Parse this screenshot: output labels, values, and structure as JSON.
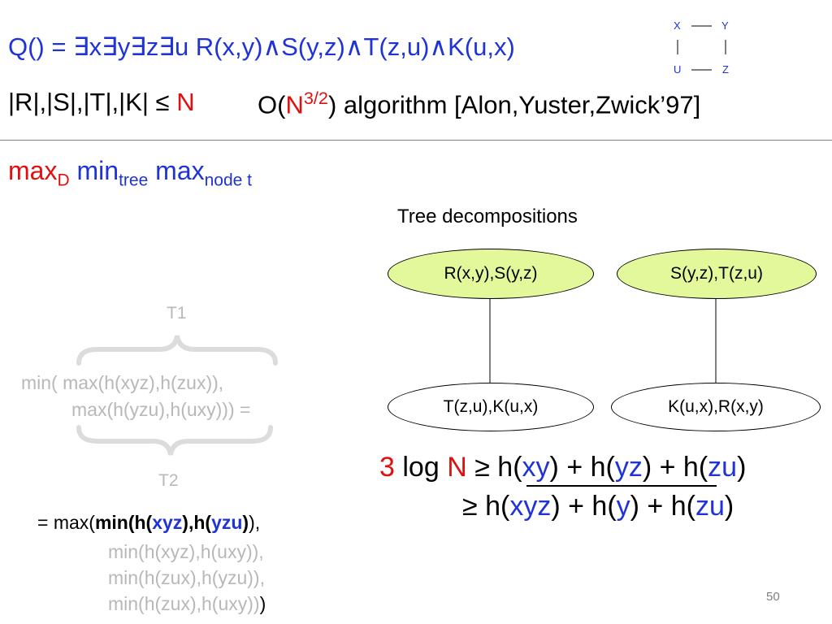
{
  "query": {
    "lhs": "Q() = ",
    "vars": "∃x∃y∃z∃u ",
    "body": "R(x,y)∧S(y,z)∧T(z,u)∧K(u,x)"
  },
  "sizes": {
    "text": "|R|,|S|,|T|,|K| ≤ ",
    "n": "N"
  },
  "algorithm": {
    "o_open": "O(",
    "n": "N",
    "exp": "3/2",
    "rest": ") algorithm [Alon,Yuster,Zwick’97]"
  },
  "square": {
    "x": "X",
    "y": "Y",
    "u": "U",
    "z": "Z"
  },
  "maxmin": {
    "max1": "max",
    "sub1": "D",
    "min": " min",
    "sub2": "tree",
    "max2": " max",
    "sub3": "node t"
  },
  "tree_decompositions": {
    "title": "Tree decompositions",
    "nodes": [
      "R(x,y),S(y,z)",
      "S(y,z),T(z,u)",
      "T(z,u),K(u,x)",
      "K(u,x),R(x,y)"
    ]
  },
  "left": {
    "t1": "T1",
    "t2": "T2",
    "min_line1": "min( max(h(xyz),h(zux)),",
    "min_line2": "max(h(yzu),h(uxy))) =",
    "eq_prefix": "= max(",
    "eq_bold1": "min(h(",
    "eq_blue1": "xyz",
    "eq_bold2": "),h(",
    "eq_blue2": "yzu",
    "eq_bold3": ")",
    "eq_suffix": "),",
    "eq_line2": "min(h(xyz),h(uxy)),",
    "eq_line3": "min(h(zux),h(yzu)),",
    "eq_line4": "min(h(zux),h(uxy))",
    "eq_line4_close": ")"
  },
  "inequality": {
    "three": "3",
    "log": " log ",
    "n": "N",
    "ge1": " ≥  h(",
    "xy": "xy",
    "p1": ") + h(",
    "yz": "yz",
    "p2": ") + h(",
    "zu": "zu",
    "p3": ")",
    "ge2": "≥ h(",
    "xyz": "xyz",
    "q1": ") + h(",
    "y": "y",
    "q2": ") + h(",
    "zu2": "zu",
    "q3": ")"
  },
  "page_number": "50"
}
